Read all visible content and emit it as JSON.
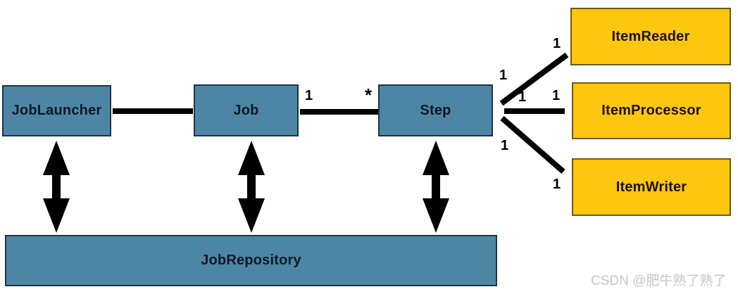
{
  "colors": {
    "box_blue": "#4d86a5",
    "box_blue_border": "#1d3642",
    "box_yellow": "#fdc60f",
    "box_yellow_border": "#6e5a10",
    "line": "#000000",
    "watermark": "#c6c6c6"
  },
  "nodes": {
    "job_launcher": {
      "label": "JobLauncher"
    },
    "job": {
      "label": "Job"
    },
    "step": {
      "label": "Step"
    },
    "item_reader": {
      "label": "ItemReader"
    },
    "item_processor": {
      "label": "ItemProcessor"
    },
    "item_writer": {
      "label": "ItemWriter"
    },
    "job_repository": {
      "label": "JobRepository"
    }
  },
  "multiplicities": {
    "job_side": "1",
    "step_side_many": "*",
    "step_to_reader_from": "1",
    "step_to_reader_to": "1",
    "step_to_processor_from": "1",
    "step_to_processor_to": "1",
    "step_to_writer_from": "1",
    "step_to_writer_to": "1"
  },
  "watermark": {
    "text": "CSDN @肥牛熟了熟了"
  }
}
